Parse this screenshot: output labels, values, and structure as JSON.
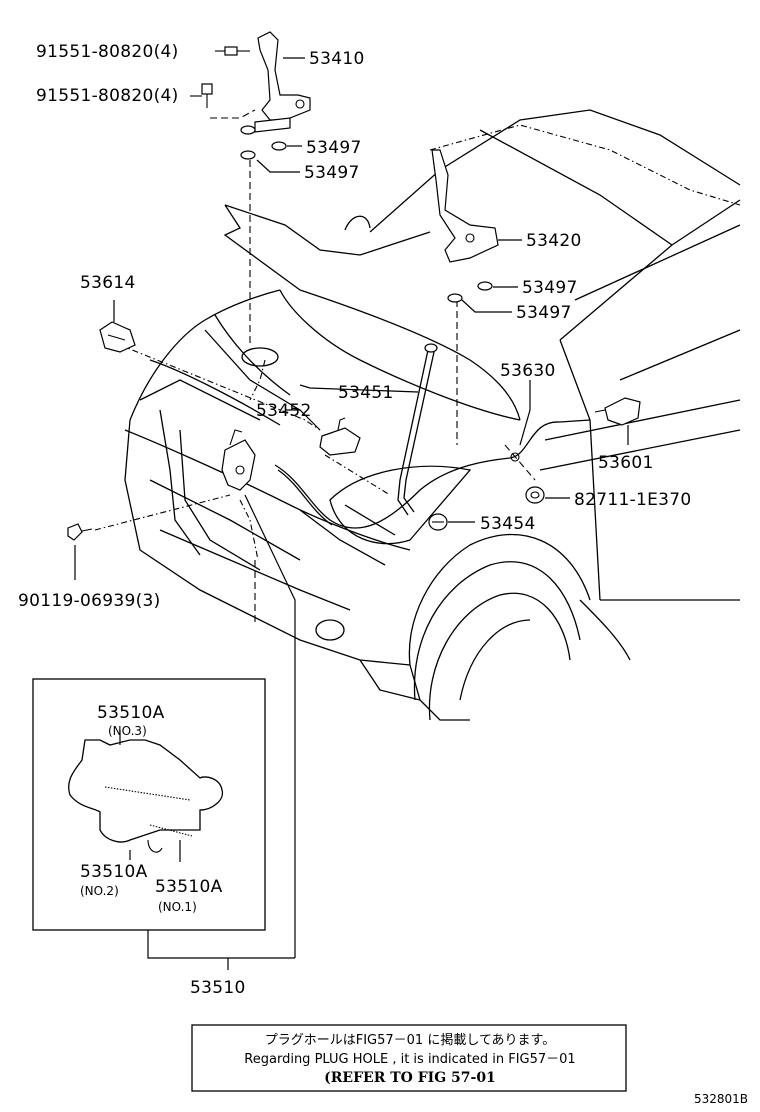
{
  "labels": {
    "bolt_a": "91551-80820(4)",
    "bolt_b": "91551-80820(4)",
    "hinge_lh": "53410",
    "washer_1": "53497",
    "washer_2": "53497",
    "hinge_rh": "53420",
    "washer_3": "53497",
    "washer_4": "53497",
    "lock_hook": "53614",
    "hood_rod": "53451",
    "rod_clip": "53452",
    "cable": "53630",
    "lever": "53601",
    "grommet": "82711-1E370",
    "rod_holder": "53454",
    "screw": "90119-06939(3)",
    "lock_assy": "53510"
  },
  "inset": {
    "title": "53510A",
    "title_sub": "(NO.3)",
    "left": "53510A",
    "left_sub": "(NO.2)",
    "right": "53510A",
    "right_sub": "(NO.1)"
  },
  "note": {
    "line1": "プラグホールはFIG57－01 に掲載してあります。",
    "line2": "Regarding  PLUG HOLE , it is indicated in FIG57－01",
    "line3": "(REFER TO FIG 57-01"
  },
  "figure_code": "532801B"
}
